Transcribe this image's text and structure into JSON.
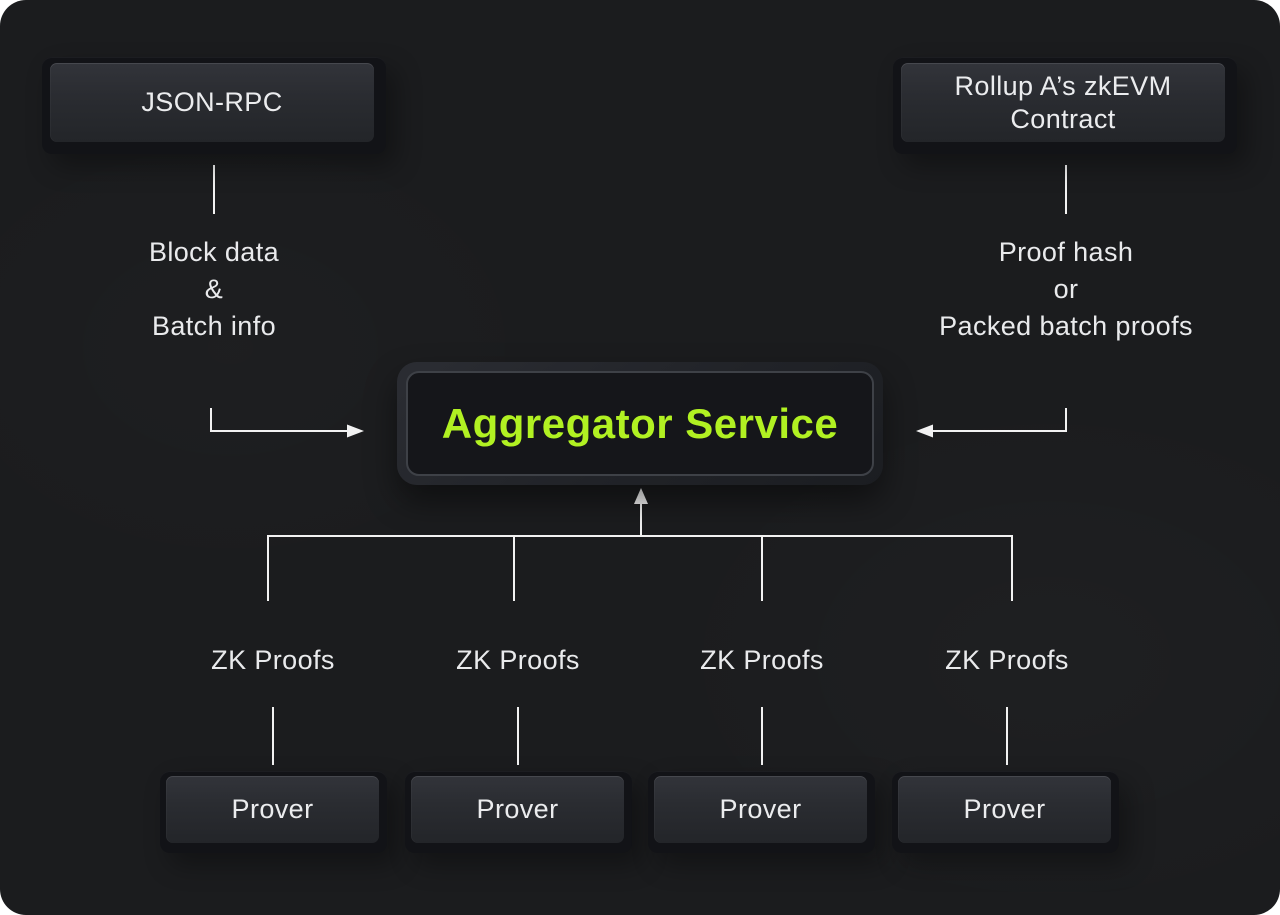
{
  "diagram": {
    "background_color": "#1b1c1e",
    "accent_green": "#b1f122",
    "wire_color": "#f2f2f2",
    "nodes": {
      "json_rpc": {
        "label": "JSON-RPC"
      },
      "rollup_contract": {
        "line1": "Rollup A’s zkEVM",
        "line2": "Contract"
      },
      "aggregator": {
        "label": "Aggregator Service"
      }
    },
    "notes": {
      "left": {
        "lines": [
          "Block data",
          "&",
          "Batch info"
        ]
      },
      "right": {
        "lines": [
          "Proof hash",
          "or",
          "Packed batch proofs"
        ]
      }
    },
    "columns": [
      {
        "zk_label": "ZK Proofs",
        "prover_label": "Prover"
      },
      {
        "zk_label": "ZK Proofs",
        "prover_label": "Prover"
      },
      {
        "zk_label": "ZK Proofs",
        "prover_label": "Prover"
      },
      {
        "zk_label": "ZK Proofs",
        "prover_label": "Prover"
      }
    ]
  }
}
